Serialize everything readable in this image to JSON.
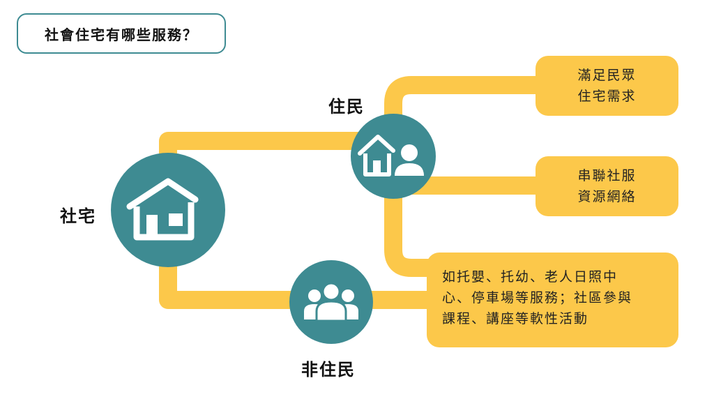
{
  "title": "社會住宅有哪些服務？",
  "nodes": {
    "social_housing": "社宅",
    "residents": "住民",
    "non_residents": "非住民"
  },
  "boxes": {
    "housing_needs": [
      "滿足民眾",
      "住宅需求"
    ],
    "social_network": [
      "串聯社服",
      "資源網絡"
    ],
    "facilities": [
      "如托嬰、托幼、老人日照中",
      "心、停車場等服務；社區參與",
      "課程、講座等軟性活動"
    ]
  },
  "icons": {
    "social_housing": "house-icon",
    "residents": "house-person-icon",
    "non_residents": "group-icon"
  },
  "colors": {
    "connector": "#fcc84a",
    "circle": "#3e8b92",
    "box": "#fcc84a",
    "title_border": "#3e8b92"
  }
}
